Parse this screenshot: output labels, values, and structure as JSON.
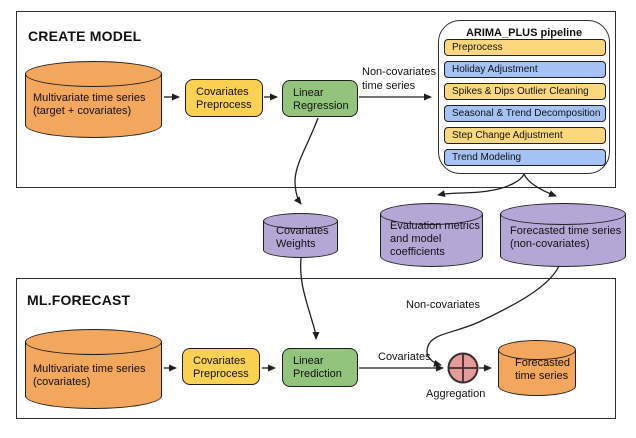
{
  "colors": {
    "cylinder_orange": "#F2A75D",
    "node_yellow": "#FBD152",
    "node_green": "#93C47D",
    "cylinder_purple": "#B4A7D6",
    "pipeline_step_yellow": "#FBD87E",
    "pipeline_step_blue": "#A4C2F4",
    "aggregation_red": "#E69B9B",
    "line_black": "#1f1f1f"
  },
  "create_model": {
    "title": "CREATE MODEL",
    "input_cylinder": {
      "line1": "Multivariate time series",
      "line2": "(target + covariates)"
    },
    "covariates_preprocess": {
      "line1": "Covariates",
      "line2": "Preprocess"
    },
    "linear_regression": {
      "line1": "Linear",
      "line2": "Regression"
    },
    "noncov_edge_label": {
      "line1": "Non-covariates",
      "line2": "time series"
    },
    "pipeline": {
      "title": "ARIMA_PLUS pipeline",
      "steps": [
        {
          "label": "Preprocess",
          "color": "#FBD87E"
        },
        {
          "label": "Holiday Adjustment",
          "color": "#A4C2F4"
        },
        {
          "label": "Spikes & Dips Outlier Cleaning",
          "color": "#FBD87E"
        },
        {
          "label": "Seasonal & Trend Decomposition",
          "color": "#A4C2F4"
        },
        {
          "label": "Step Change Adjustment",
          "color": "#FBD87E"
        },
        {
          "label": "Trend Modeling",
          "color": "#A4C2F4"
        }
      ]
    }
  },
  "middle_outputs": {
    "covariates_weights": {
      "line1": "Covariates",
      "line2": "Weights"
    },
    "evaluation_metrics": {
      "line1": "Evaluation metrics",
      "line2": "and model",
      "line3": "coefficients"
    },
    "forecasted_noncov": {
      "line1": "Forecasted time series",
      "line2": "(non-covariates)"
    }
  },
  "ml_forecast": {
    "title": "ML.FORECAST",
    "input_cylinder": {
      "line1": "Multivariate time series",
      "line2": "(covariates)"
    },
    "covariates_preprocess": {
      "line1": "Covariates",
      "line2": "Preprocess"
    },
    "linear_prediction": {
      "line1": "Linear",
      "line2": "Prediction"
    },
    "noncov_label": "Non-covariates",
    "cov_label": "Covariates",
    "aggregation_label": "Aggregation",
    "output_cylinder": {
      "line1": "Forecasted",
      "line2": "time series"
    }
  }
}
